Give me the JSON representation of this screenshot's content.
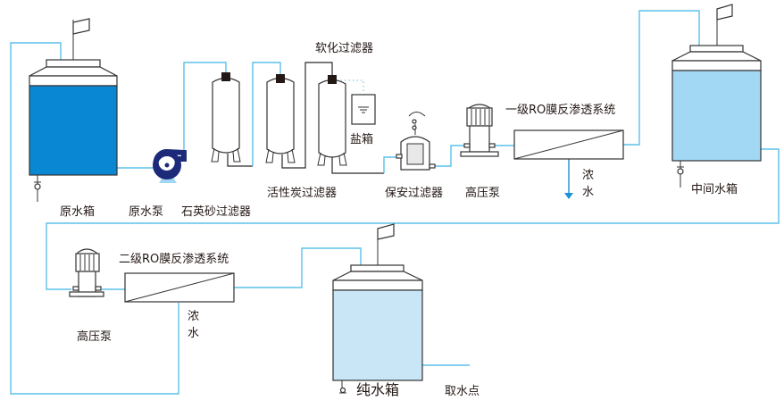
{
  "diagram": {
    "title": "Two-stage RO pure water treatment process flow",
    "colors": {
      "pipe": "#5cc0ea",
      "raw_water": "#0a87d2",
      "intermediate_water": "#a3d8f4",
      "pure_water": "#c8e6f6",
      "pump_body": "#1d2a7a",
      "pump_base": "#9fd8f4",
      "drain_arrow": "#1e8fd6"
    },
    "labels": {
      "raw_tank": "原水箱",
      "raw_pump": "原水泵",
      "sand_filter": "石英砂过滤器",
      "carbon_filter": "活性炭过滤器",
      "softener": "软化过滤器",
      "salt_tank": "盐箱",
      "security_filter": "保安过滤器",
      "hp_pump_1": "高压泵",
      "ro1": "一级RO膜反渗透系统",
      "concentrate_1_a": "浓",
      "concentrate_1_b": "水",
      "mid_tank": "中间水箱",
      "hp_pump_2": "高压泵",
      "ro2": "二级RO膜反渗透系统",
      "concentrate_2_a": "浓",
      "concentrate_2_b": "水",
      "pure_tank": "纯水箱",
      "outlet": "取水点"
    },
    "flow_order": [
      "原水箱",
      "原水泵",
      "石英砂过滤器",
      "活性炭过滤器",
      "软化过滤器",
      "保安过滤器",
      "高压泵",
      "一级RO膜反渗透系统",
      "中间水箱",
      "高压泵",
      "二级RO膜反渗透系统",
      "纯水箱",
      "取水点"
    ]
  }
}
